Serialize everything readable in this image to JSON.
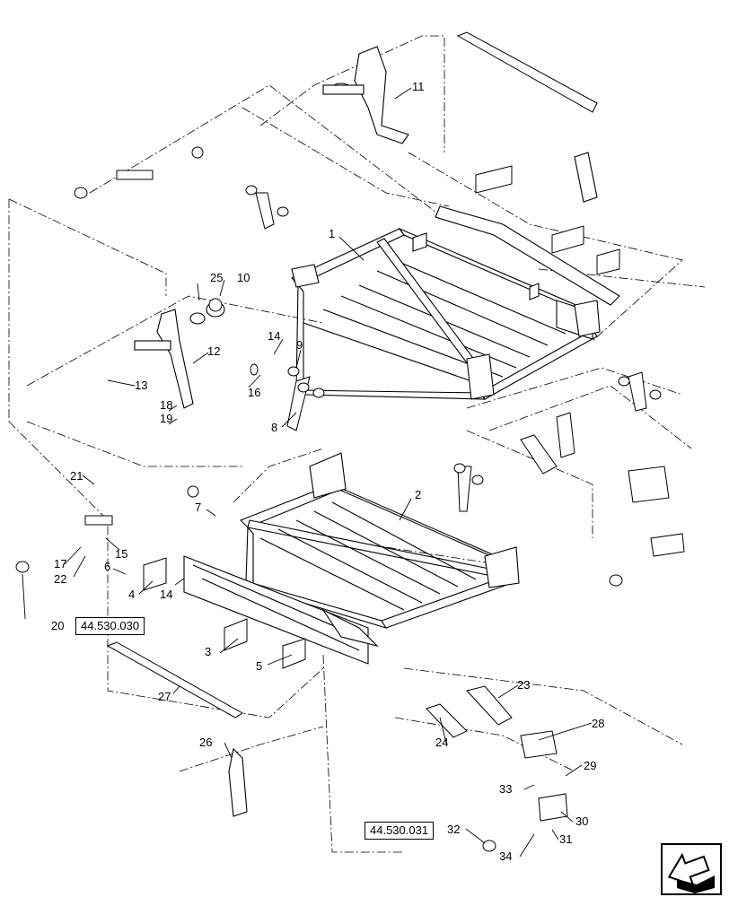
{
  "diagram": {
    "part_labels": [
      "1",
      "2",
      "3",
      "4",
      "5",
      "6",
      "7",
      "8",
      "9",
      "10",
      "11",
      "12",
      "13",
      "14",
      "14",
      "15",
      "16",
      "17",
      "18",
      "19",
      "20",
      "21",
      "22",
      "23",
      "24",
      "25",
      "26",
      "27",
      "28",
      "29",
      "30",
      "31",
      "32",
      "33",
      "34"
    ],
    "reference_boxes": [
      "44.530.030",
      "44.530.031"
    ],
    "icons": [
      "next-page-arrow-icon"
    ]
  }
}
